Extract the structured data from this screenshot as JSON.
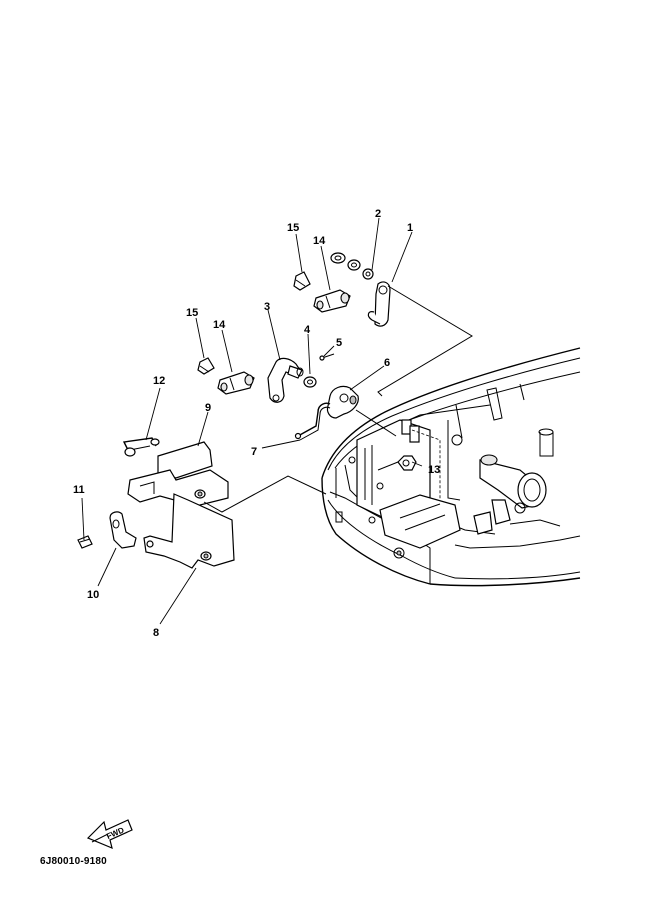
{
  "diagram": {
    "part_code": "6J80010-9180",
    "fwd_label": "FWD",
    "callouts": [
      {
        "id": "c1",
        "text": "1"
      },
      {
        "id": "c2",
        "text": "2"
      },
      {
        "id": "c3",
        "text": "3"
      },
      {
        "id": "c4",
        "text": "4"
      },
      {
        "id": "c5",
        "text": "5"
      },
      {
        "id": "c6",
        "text": "6"
      },
      {
        "id": "c7",
        "text": "7"
      },
      {
        "id": "c8",
        "text": "8"
      },
      {
        "id": "c9",
        "text": "9"
      },
      {
        "id": "c10",
        "text": "10"
      },
      {
        "id": "c11",
        "text": "11"
      },
      {
        "id": "c12",
        "text": "12"
      },
      {
        "id": "c13",
        "text": "13"
      },
      {
        "id": "c14a",
        "text": "14"
      },
      {
        "id": "c14b",
        "text": "14"
      },
      {
        "id": "c15a",
        "text": "15"
      },
      {
        "id": "c15b",
        "text": "15"
      }
    ]
  }
}
